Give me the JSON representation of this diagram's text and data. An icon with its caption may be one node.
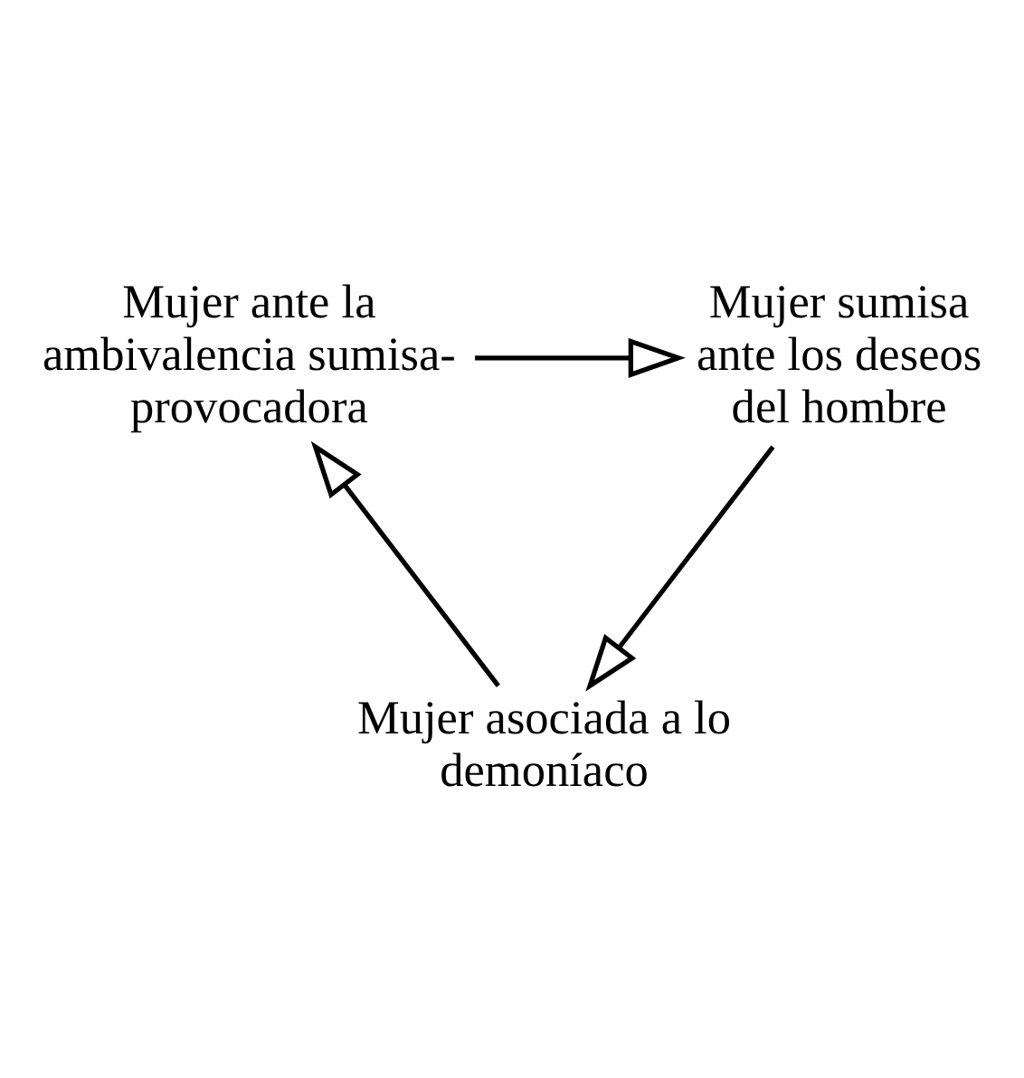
{
  "diagram": {
    "nodes": [
      {
        "text": [
          "Mujer ante la ambivalencia sumisa-provocadora"
        ]
      },
      {
        "text": [
          "Mujer sumisa ante los deseos del hombre"
        ]
      },
      {
        "text": [
          "Mujer asociada a lo demoníaco"
        ]
      }
    ],
    "edges": [
      {
        "from": 0,
        "to": 1,
        "arrow": "to"
      },
      {
        "from": 1,
        "to": 2,
        "arrow": "to"
      },
      {
        "from": 2,
        "to": 0,
        "arrow": "to"
      }
    ]
  }
}
